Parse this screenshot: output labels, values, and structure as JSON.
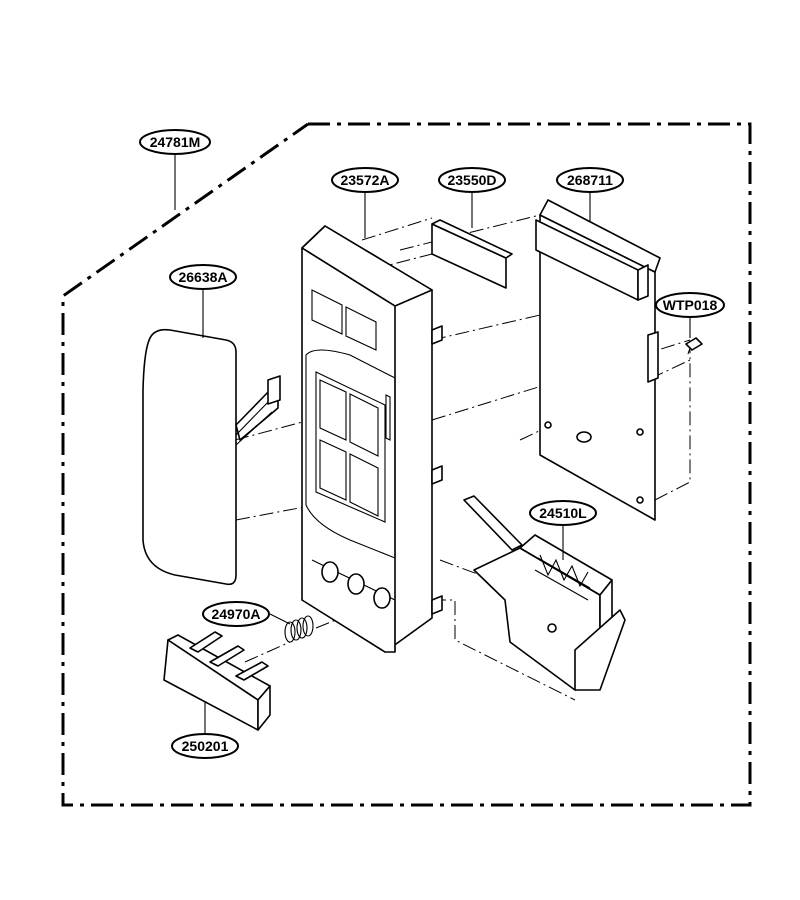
{
  "parts": [
    {
      "id": "assembly",
      "label": "24781M"
    },
    {
      "id": "control-panel-frame",
      "label": "23572A"
    },
    {
      "id": "window-sheet",
      "label": "23550D"
    },
    {
      "id": "pcb-assembly",
      "label": "268711"
    },
    {
      "id": "membrane-switch",
      "label": "26638A"
    },
    {
      "id": "screw",
      "label": "WTP018"
    },
    {
      "id": "latch-lever",
      "label": "24510L"
    },
    {
      "id": "spring",
      "label": "24970A"
    },
    {
      "id": "door-button",
      "label": "250201"
    }
  ]
}
